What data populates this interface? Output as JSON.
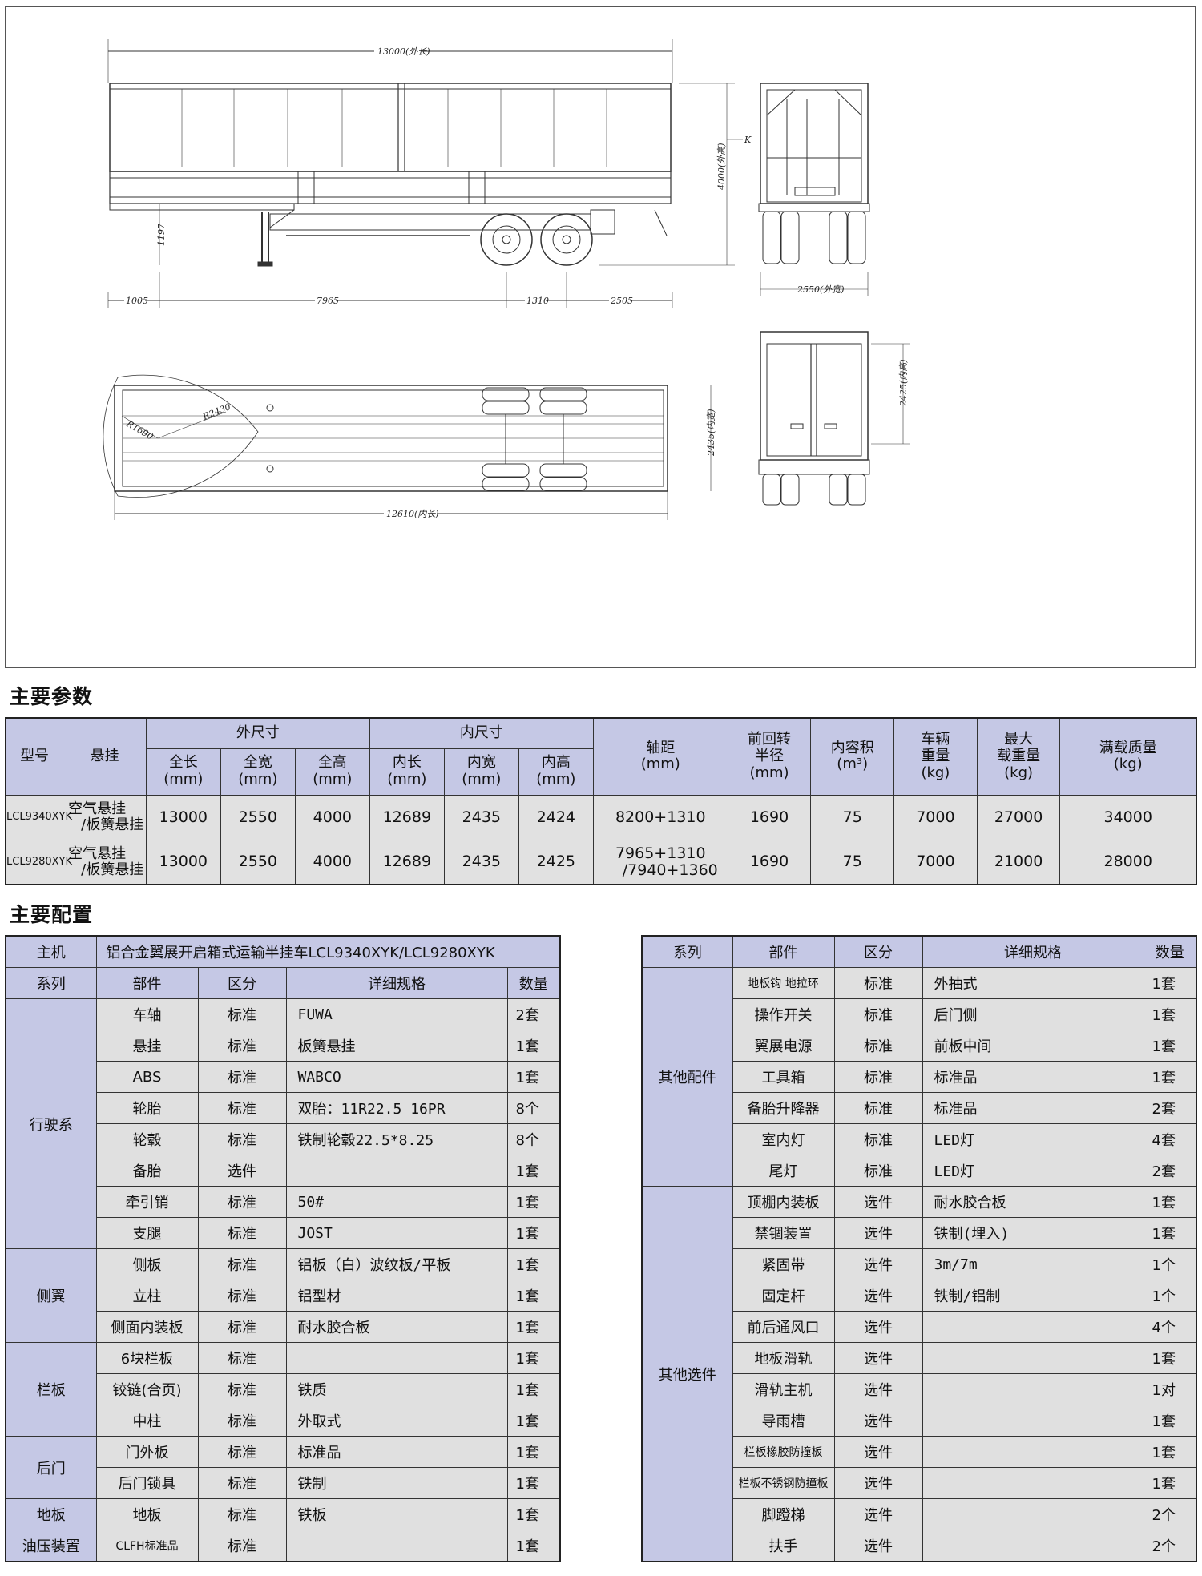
{
  "drawing": {
    "dims": {
      "overall_length": "13000(外长)",
      "overall_height": "4000(外高)",
      "overall_width": "2550(外宽)",
      "kingpin_height": "1197",
      "seg_front": "1005",
      "seg_mid": "7965",
      "seg_axle": "1310",
      "seg_rear": "2505",
      "inner_length": "12610(内长)",
      "inner_width": "2435(内宽)",
      "inner_height": "2425(内高)",
      "radius_front": "R1690",
      "radius_swing": "R2430",
      "k_mark": "K"
    }
  },
  "params_title": "主要参数",
  "params": {
    "headers": {
      "model": "型号",
      "suspension": "悬挂",
      "outer": "外尺寸",
      "inner": "内尺寸",
      "length": "全长",
      "width": "全宽",
      "height": "全高",
      "in_length": "内长",
      "in_width": "内宽",
      "in_height": "内高",
      "mm": "(mm)",
      "wheelbase": "轴距",
      "turn_radius_1": "前回转",
      "turn_radius_2": "半径",
      "volume": "内容积",
      "volume_unit": "(m³)",
      "curb_1": "车辆",
      "curb_2": "重量",
      "kg": "(kg)",
      "maxload_1": "最大",
      "maxload_2": "载重量",
      "gross": "满载质量"
    },
    "rows": [
      {
        "model": "LCL9340XYK",
        "susp1": "空气悬挂",
        "susp2": "/板簧悬挂",
        "length": "13000",
        "width": "2550",
        "height": "4000",
        "in_length": "12689",
        "in_width": "2435",
        "in_height": "2424",
        "wheelbase1": "8200+1310",
        "wheelbase2": "",
        "radius": "1690",
        "volume": "75",
        "curb": "7000",
        "maxload": "27000",
        "gross": "34000"
      },
      {
        "model": "LCL9280XYK",
        "susp1": "空气悬挂",
        "susp2": "/板簧悬挂",
        "length": "13000",
        "width": "2550",
        "height": "4000",
        "in_length": "12689",
        "in_width": "2435",
        "in_height": "2425",
        "wheelbase1": "7965+1310",
        "wheelbase2": "/7940+1360",
        "radius": "1690",
        "volume": "75",
        "curb": "7000",
        "maxload": "21000",
        "gross": "28000"
      }
    ]
  },
  "config_title": "主要配置",
  "config_left": {
    "main_label": "主机",
    "main_value": "铝合金翼展开启箱式运输半挂车LCL9340XYK/LCL9280XYK",
    "headers": {
      "series": "系列",
      "part": "部件",
      "class": "区分",
      "spec": "详细规格",
      "qty": "数量"
    },
    "groups": [
      {
        "name": "行驶系",
        "rows": [
          {
            "part": "车轴",
            "class": "标准",
            "spec": "FUWA",
            "qty": "2套"
          },
          {
            "part": "悬挂",
            "class": "标准",
            "spec": "板簧悬挂",
            "qty": "1套"
          },
          {
            "part": "ABS",
            "class": "标准",
            "spec": "WABCO",
            "qty": "1套"
          },
          {
            "part": "轮胎",
            "class": "标准",
            "spec": "双胎：11R22.5 16PR",
            "qty": "8个"
          },
          {
            "part": "轮毂",
            "class": "标准",
            "spec": "铁制轮毂22.5*8.25",
            "qty": "8个"
          },
          {
            "part": "备胎",
            "class": "选件",
            "spec": "",
            "qty": "1套"
          },
          {
            "part": "牵引销",
            "class": "标准",
            "spec": "50#",
            "qty": "1套"
          },
          {
            "part": "支腿",
            "class": "标准",
            "spec": "JOST",
            "qty": "1套"
          }
        ]
      },
      {
        "name": "侧翼",
        "rows": [
          {
            "part": "侧板",
            "class": "标准",
            "spec": "铝板（白）波纹板/平板",
            "qty": "1套"
          },
          {
            "part": "立柱",
            "class": "标准",
            "spec": "铝型材",
            "qty": "1套"
          },
          {
            "part": "侧面内装板",
            "class": "标准",
            "spec": "耐水胶合板",
            "qty": "1套"
          }
        ]
      },
      {
        "name": "栏板",
        "rows": [
          {
            "part": "6块栏板",
            "class": "标准",
            "spec": "",
            "qty": "1套"
          },
          {
            "part": "铰链(合页)",
            "class": "标准",
            "spec": "铁质",
            "qty": "1套"
          },
          {
            "part": "中柱",
            "class": "标准",
            "spec": "外取式",
            "qty": "1套"
          }
        ]
      },
      {
        "name": "后门",
        "rows": [
          {
            "part": "门外板",
            "class": "标准",
            "spec": "标准品",
            "qty": "1套"
          },
          {
            "part": "后门锁具",
            "class": "标准",
            "spec": "铁制",
            "qty": "1套"
          }
        ]
      },
      {
        "name": "地板",
        "rows": [
          {
            "part": "地板",
            "class": "标准",
            "spec": "铁板",
            "qty": "1套"
          }
        ]
      },
      {
        "name": "油压装置",
        "rows": [
          {
            "part": "CLFH标准品",
            "class": "标准",
            "spec": "",
            "qty": "1套"
          }
        ]
      }
    ]
  },
  "config_right": {
    "headers": {
      "series": "系列",
      "part": "部件",
      "class": "区分",
      "spec": "详细规格",
      "qty": "数量"
    },
    "groups": [
      {
        "name": "其他配件",
        "rows": [
          {
            "part": "地板钩 地拉环",
            "class": "标准",
            "spec": "外抽式",
            "qty": "1套"
          },
          {
            "part": "操作开关",
            "class": "标准",
            "spec": "后门侧",
            "qty": "1套"
          },
          {
            "part": "翼展电源",
            "class": "标准",
            "spec": "前板中间",
            "qty": "1套"
          },
          {
            "part": "工具箱",
            "class": "标准",
            "spec": "标准品",
            "qty": "1套"
          },
          {
            "part": "备胎升降器",
            "class": "标准",
            "spec": "标准品",
            "qty": "2套"
          },
          {
            "part": "室内灯",
            "class": "标准",
            "spec": "LED灯",
            "qty": "4套"
          },
          {
            "part": "尾灯",
            "class": "标准",
            "spec": "LED灯",
            "qty": "2套"
          }
        ]
      },
      {
        "name": "其他选件",
        "rows": [
          {
            "part": "顶棚内装板",
            "class": "选件",
            "spec": "耐水胶合板",
            "qty": "1套"
          },
          {
            "part": "禁锢装置",
            "class": "选件",
            "spec": "铁制(埋入)",
            "qty": "1套"
          },
          {
            "part": "紧固带",
            "class": "选件",
            "spec": "3m/7m",
            "qty": "1个"
          },
          {
            "part": "固定杆",
            "class": "选件",
            "spec": "铁制/铝制",
            "qty": "1个"
          },
          {
            "part": "前后通风口",
            "class": "选件",
            "spec": "",
            "qty": "4个"
          },
          {
            "part": "地板滑轨",
            "class": "选件",
            "spec": "",
            "qty": "1套"
          },
          {
            "part": "滑轨主机",
            "class": "选件",
            "spec": "",
            "qty": "1对"
          },
          {
            "part": "导雨槽",
            "class": "选件",
            "spec": "",
            "qty": "1套"
          },
          {
            "part": "栏板橡胶防撞板",
            "class": "选件",
            "spec": "",
            "qty": "1套"
          },
          {
            "part": "栏板不锈钢防撞板",
            "class": "选件",
            "spec": "",
            "qty": "1套"
          },
          {
            "part": "脚蹬梯",
            "class": "选件",
            "spec": "",
            "qty": "2个"
          },
          {
            "part": "扶手",
            "class": "选件",
            "spec": "",
            "qty": "2个"
          }
        ]
      }
    ]
  }
}
